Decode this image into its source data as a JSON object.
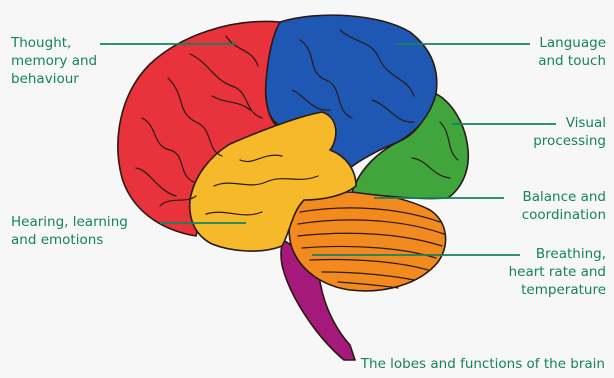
{
  "diagram": {
    "caption": "The lobes and functions of the brain",
    "label_color": "#15835c",
    "labels": {
      "thought": "Thought,\nmemory and\nbehaviour",
      "language": "Language\nand touch",
      "visual": "Visual\nprocessing",
      "balance": "Balance and\ncoordination",
      "hearing": "Hearing, learning\nand emotions",
      "breathing": "Breathing,\nheart rate and\ntemperature"
    },
    "region_colors": {
      "frontal_lobe": "#e8323c",
      "parietal_lobe": "#1e57b4",
      "occipital_lobe": "#3fa53c",
      "temporal_lobe": "#f6b92a",
      "cerebellum": "#f28a1f",
      "brain_stem": "#a5197a"
    }
  }
}
